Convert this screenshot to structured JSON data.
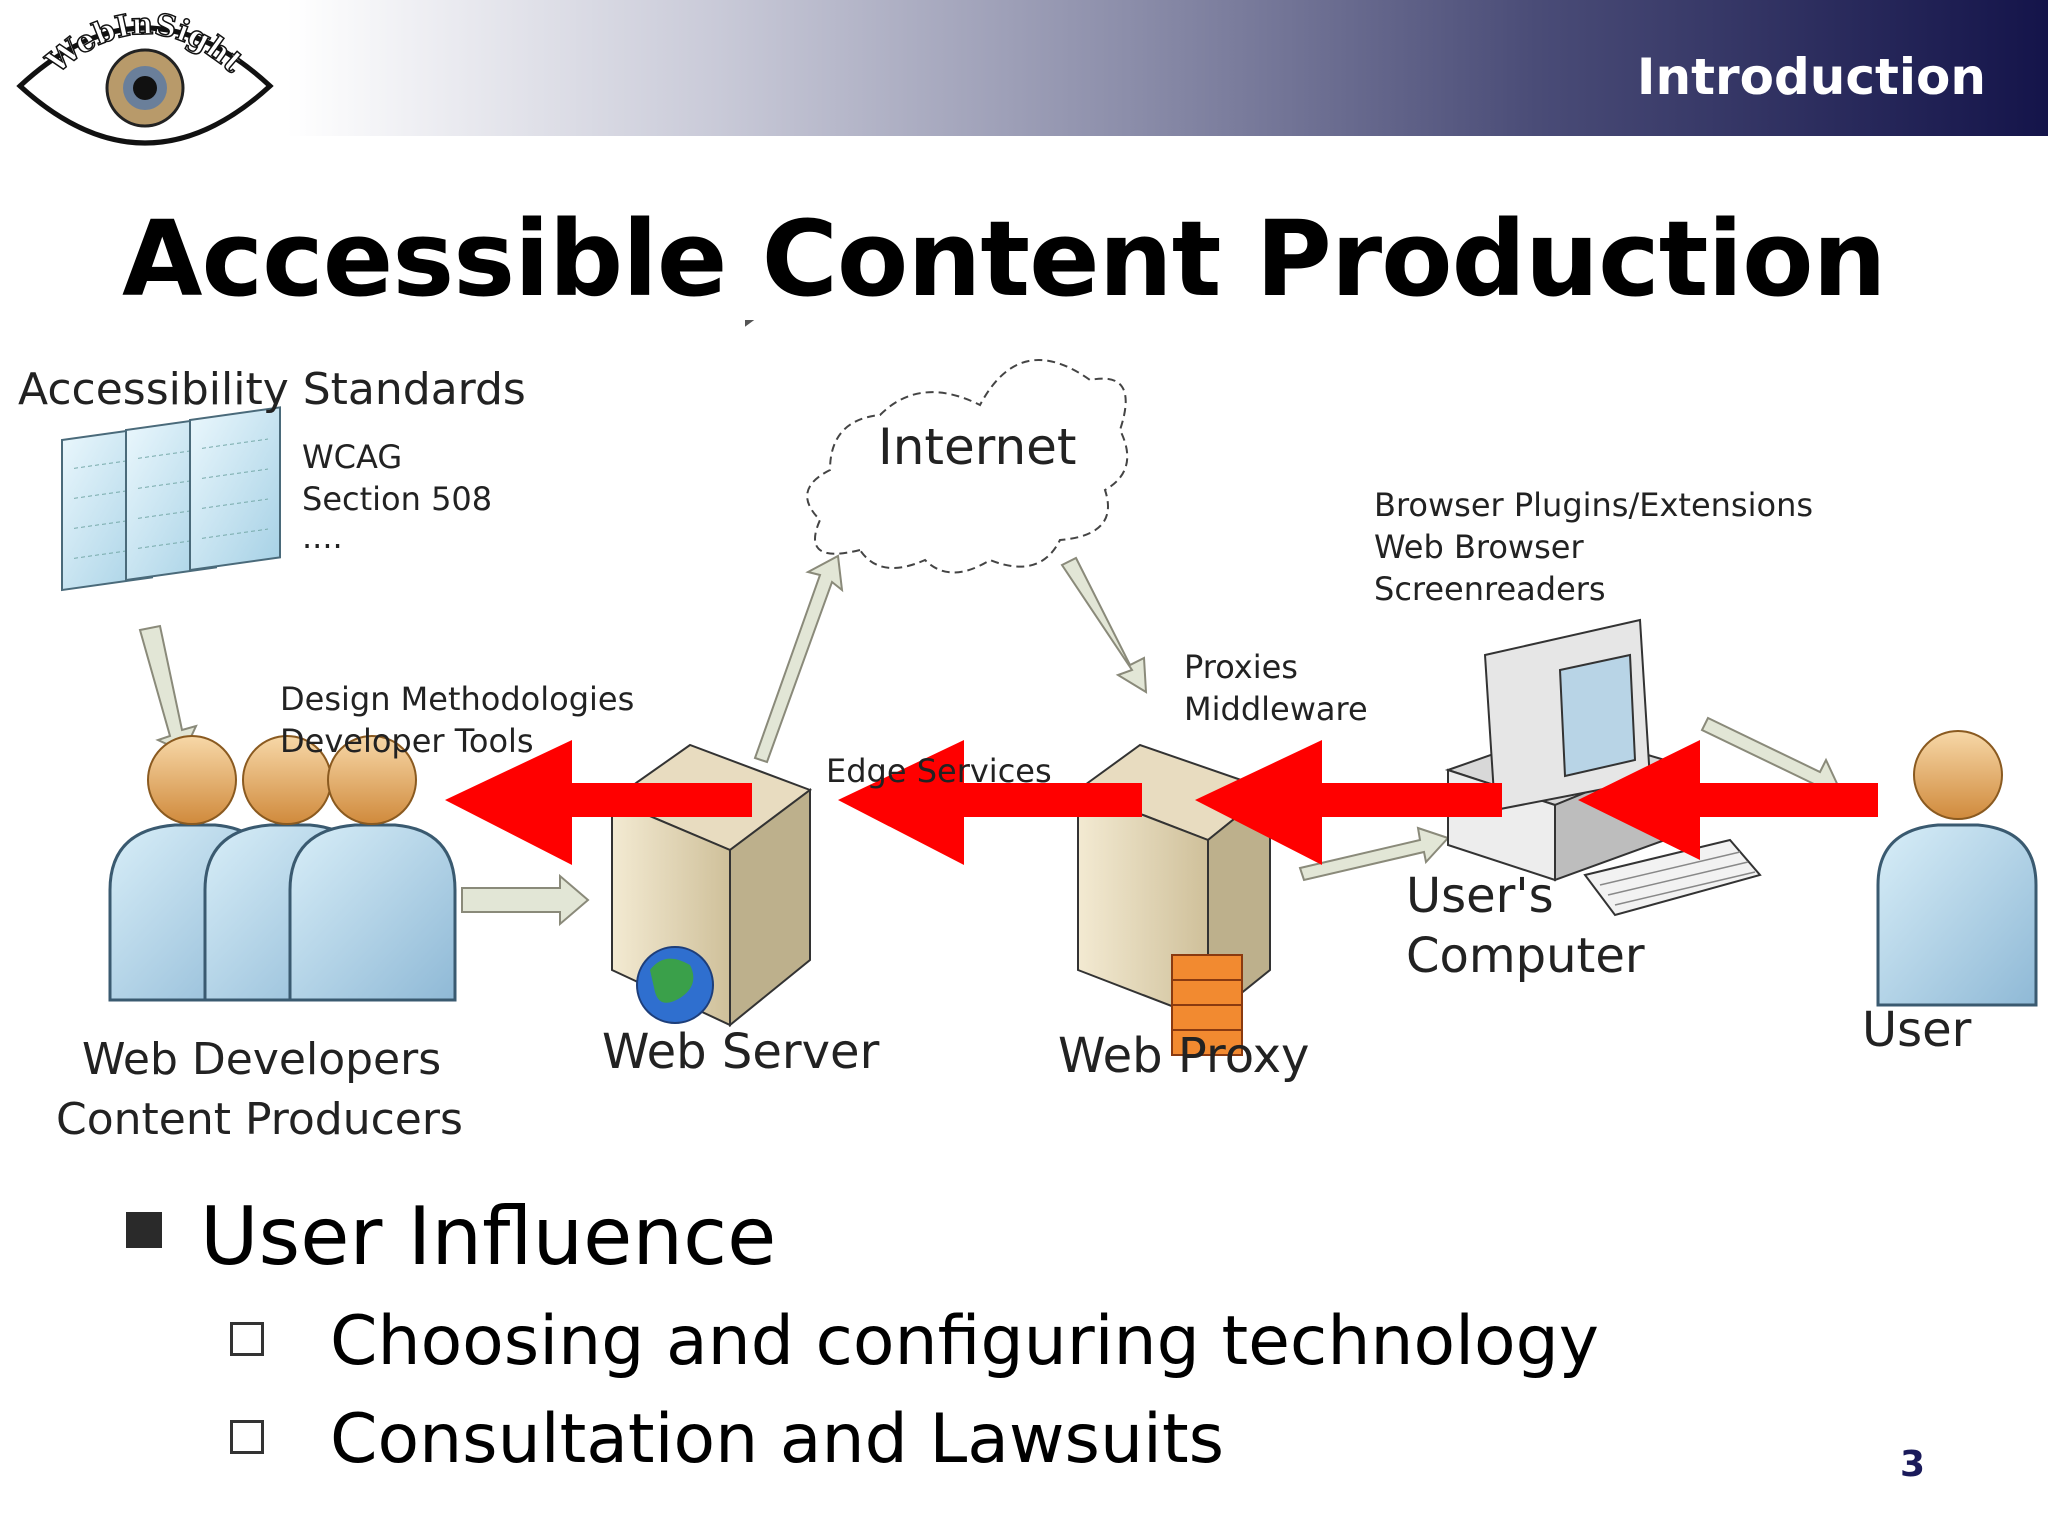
{
  "header": {
    "section": "Introduction"
  },
  "logo": {
    "text": "WebInSight"
  },
  "title": "Accessible Content Production",
  "diagram": {
    "standards": {
      "title": "Accessibility Standards",
      "items": [
        "WCAG",
        "Section 508",
        "...."
      ]
    },
    "internet": "Internet",
    "design": [
      "Design Methodologies",
      "Developer Tools"
    ],
    "edge_services": "Edge Services",
    "proxies": [
      "Proxies",
      "Middleware"
    ],
    "browser": [
      "Browser Plugins/Extensions",
      "Web Browser",
      "Screenreaders"
    ],
    "developers": [
      "Web Developers",
      "Content Producers"
    ],
    "web_server": "Web Server",
    "web_proxy": "Web Proxy",
    "users_computer": [
      "User's",
      "Computer"
    ],
    "user": "User",
    "arrow_color": "#ff0000"
  },
  "bullets": {
    "main": "User Influence",
    "sub": [
      "Choosing and configuring technology",
      "Consultation and Lawsuits"
    ]
  },
  "page_number": "3"
}
